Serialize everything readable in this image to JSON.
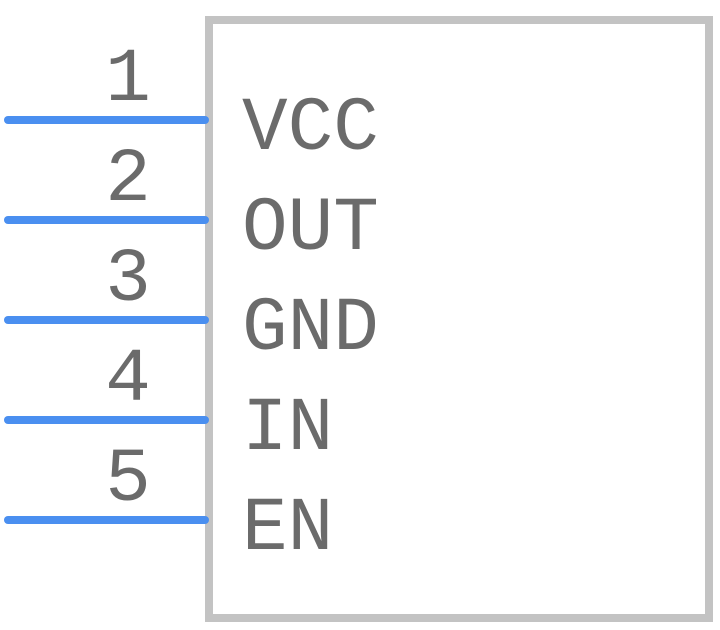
{
  "component": {
    "pins": [
      {
        "number": "1",
        "name": "VCC"
      },
      {
        "number": "2",
        "name": "OUT"
      },
      {
        "number": "3",
        "name": "GND"
      },
      {
        "number": "4",
        "name": "IN"
      },
      {
        "number": "5",
        "name": "EN"
      }
    ]
  },
  "colors": {
    "body_outline": "#c3c3c3",
    "pin_line": "#4a8ff0",
    "text": "#6b6b6b"
  }
}
